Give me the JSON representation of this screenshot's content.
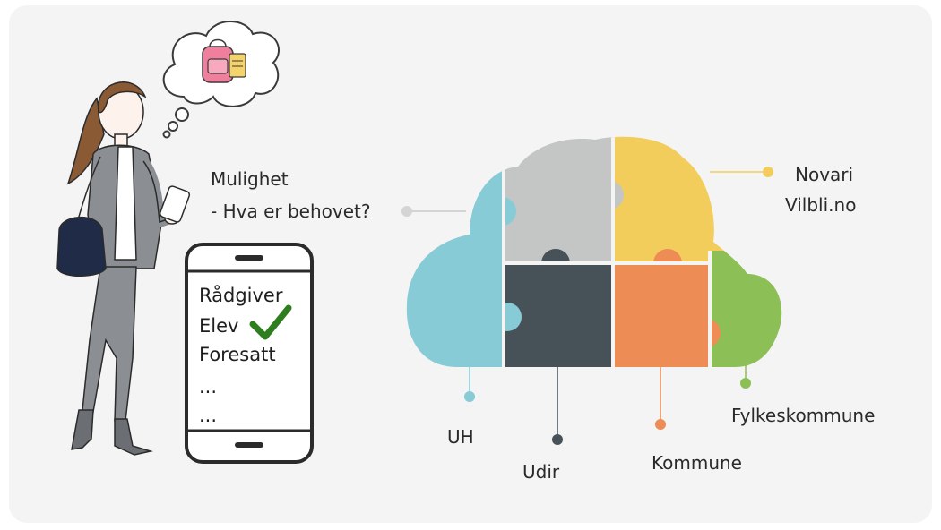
{
  "labels": {
    "mulighet_line1": "Mulighet",
    "mulighet_line2": "- Hva er behovet?",
    "novari_line1": "Novari",
    "novari_line2": "Vilbli.no",
    "uh": "UH",
    "udir": "Udir",
    "kommune": "Kommune",
    "fylkeskommune": "Fylkeskommune"
  },
  "phone": {
    "items": [
      "Rådgiver",
      "Elev",
      "Foresatt",
      "...",
      "..."
    ],
    "checked_item": "Elev"
  },
  "colors": {
    "background": "#f4f4f4",
    "uh_blue": "#86cbd6",
    "puzzle_gray": "#c3c6c4",
    "novari_yellow": "#f2cd5c",
    "udir_dark": "#465257",
    "kommune_orange": "#ee8c55",
    "fylke_green": "#8cbf55",
    "check_green": "#2e7d1e",
    "phone_outline": "#2b2b2b",
    "suit_gray": "#8b8f93",
    "bag_navy": "#1f2b47",
    "hair_brown": "#8a5a35"
  }
}
